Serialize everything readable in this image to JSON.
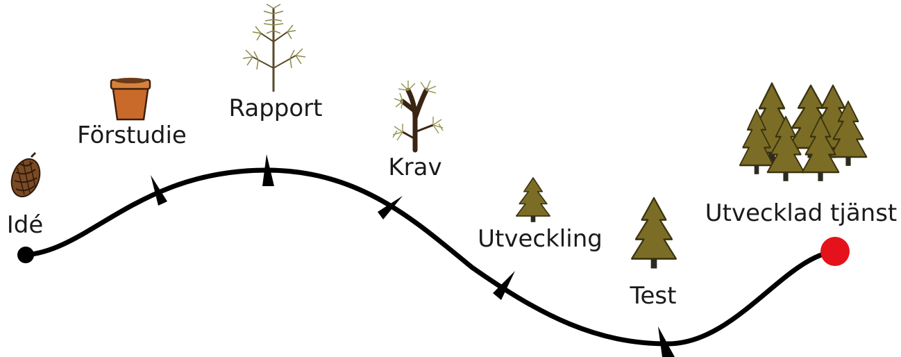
{
  "stages": [
    {
      "id": "ide",
      "label": "Idé",
      "icon": "pine-cone-icon"
    },
    {
      "id": "forstudie",
      "label": "Förstudie",
      "icon": "flower-pot-icon"
    },
    {
      "id": "rapport",
      "label": "Rapport",
      "icon": "pine-seedling-icon"
    },
    {
      "id": "krav",
      "label": "Krav",
      "icon": "young-pine-icon"
    },
    {
      "id": "utveckling",
      "label": "Utveckling",
      "icon": "small-spruce-icon"
    },
    {
      "id": "test",
      "label": "Test",
      "icon": "spruce-tree-icon"
    },
    {
      "id": "utvecklad",
      "label": "Utvecklad tjänst",
      "icon": "spruce-forest-icon"
    }
  ],
  "colors": {
    "path": "#000000",
    "start_dot": "#000000",
    "end_dot": "#e5121c",
    "spruce": "#7c6d26",
    "pot": "#c96a2a",
    "cone": "#7a4a24"
  }
}
